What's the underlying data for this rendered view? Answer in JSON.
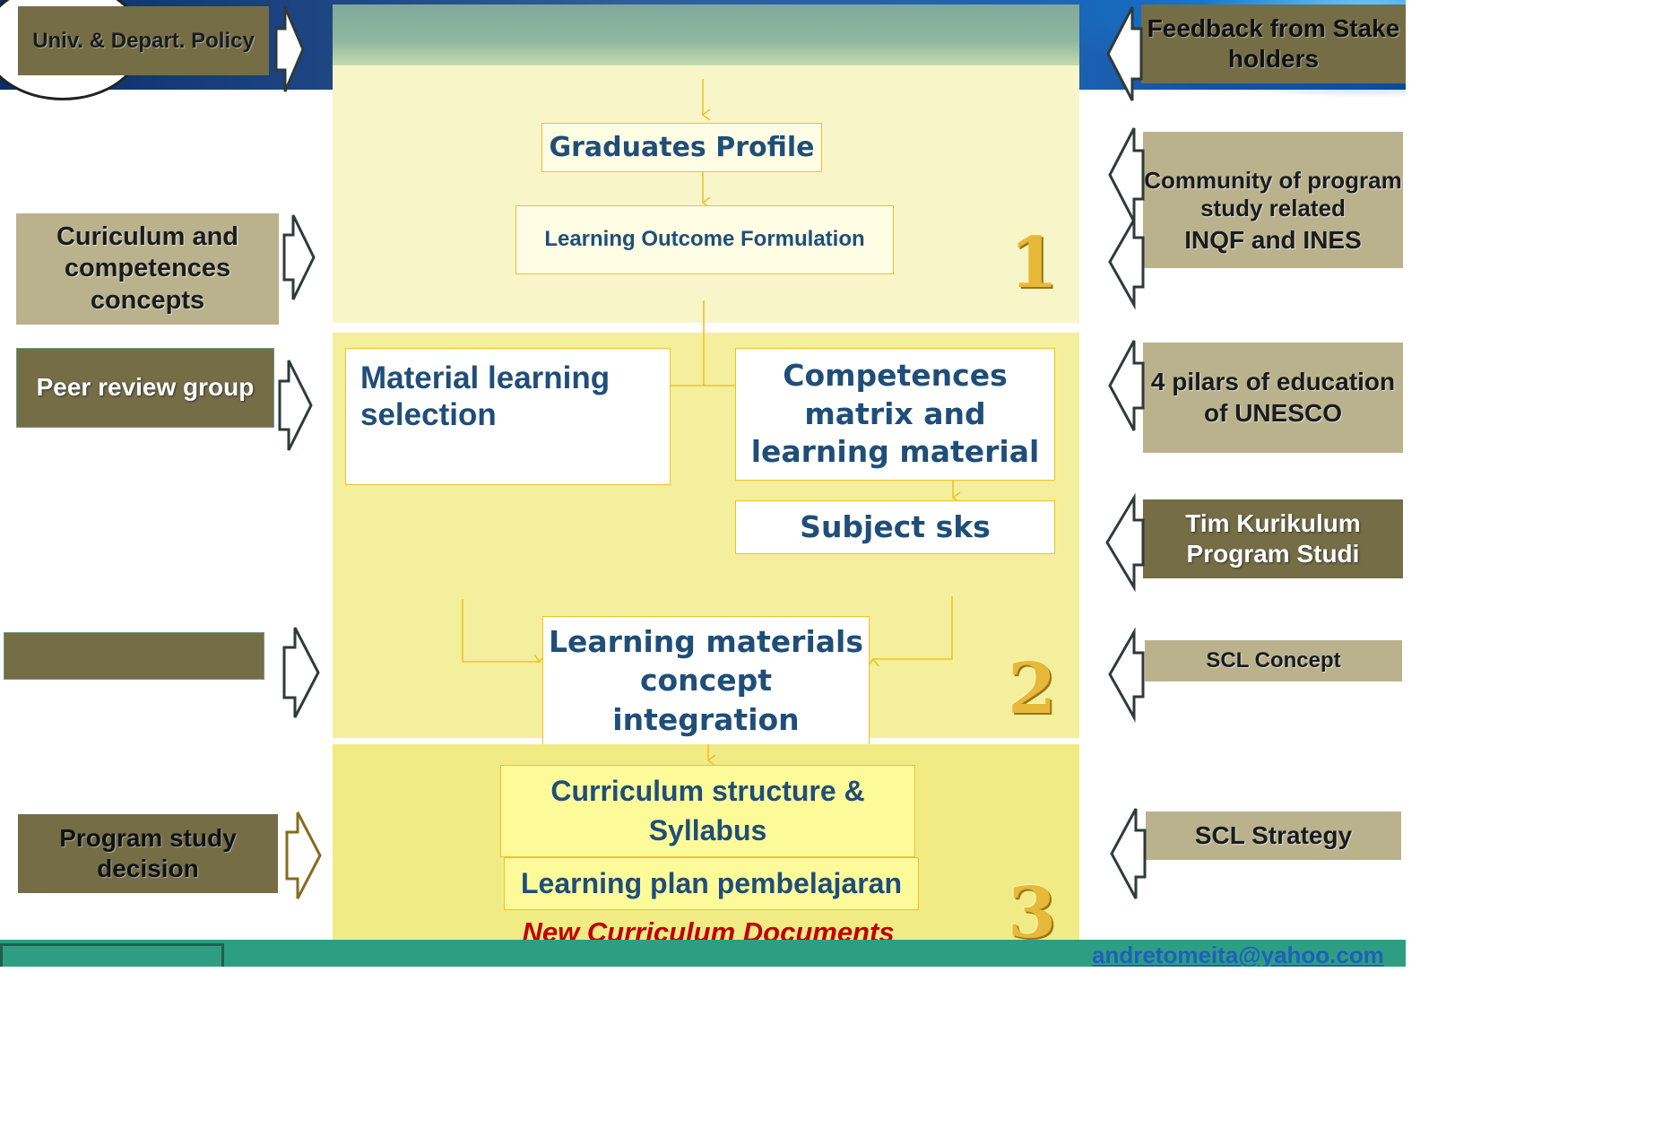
{
  "footer": {
    "email": "andretomeita@yahoo.com"
  },
  "stages": [
    "1",
    "2",
    "3"
  ],
  "left_inputs": [
    "Univ. & Depart. Policy",
    "Curiculum and competences concepts",
    "Peer review group",
    "",
    "Program study decision"
  ],
  "right_inputs": [
    "Feedback from Stake holders",
    "Community of program study related",
    "INQF and INES",
    "4 pilars of education of UNESCO",
    "Tim Kurikulum Program Studi",
    "SCL Concept",
    "SCL Strategy"
  ],
  "process": {
    "graduates_profile": "Graduates Profile",
    "learning_outcome": "Learning Outcome Formulation",
    "material_selection": "Material learning selection",
    "competences_matrix": "Competences matrix and learning material",
    "subject_sks": "Subject sks",
    "concept_integration": "Learning materials concept integration",
    "curriculum_structure": "Curriculum structure & Syllabus",
    "learning_plan": "Learning plan pembelajaran",
    "new_documents": "New Curriculum Documents"
  },
  "colors": {
    "dark_olive": "#756d45",
    "light_olive": "#b9b28c",
    "box_border": "#f2c02a",
    "text_blue": "#1f4e79",
    "output_red": "#c00000"
  }
}
